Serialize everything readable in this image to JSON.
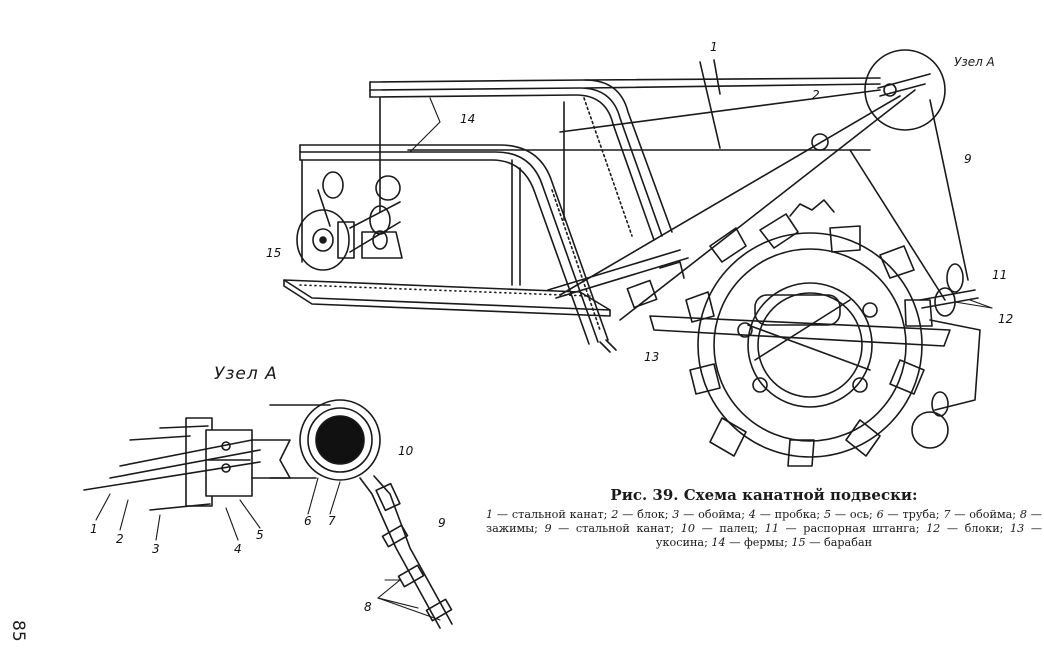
{
  "figure": {
    "caption_title": "Рис. 39. Схема канатной подвески:",
    "legend": [
      {
        "num": "1",
        "text": "стальной канат;"
      },
      {
        "num": "2",
        "text": "блок;"
      },
      {
        "num": "3",
        "text": "обойма;"
      },
      {
        "num": "4",
        "text": "пробка;"
      },
      {
        "num": "5",
        "text": "ось;"
      },
      {
        "num": "6",
        "text": "труба;"
      },
      {
        "num": "7",
        "text": "обойма;"
      },
      {
        "num": "8",
        "text": "зажимы;"
      },
      {
        "num": "9",
        "text": "стальной канат;"
      },
      {
        "num": "10",
        "text": "палец;"
      },
      {
        "num": "11",
        "text": "распорная штанга;"
      },
      {
        "num": "12",
        "text": "блоки;"
      },
      {
        "num": "13",
        "text": "укосина;"
      },
      {
        "num": "14",
        "text": "фермы;"
      },
      {
        "num": "15",
        "text": "барабан"
      }
    ],
    "detail_title": "Узел А",
    "detail_callout": "Узел А",
    "page_number": "85"
  },
  "labels": {
    "main": {
      "l1": "1",
      "l2": "2",
      "l9": "9",
      "l11": "11",
      "l12": "12",
      "l13": "13",
      "l14": "14",
      "l15": "15"
    },
    "detail": {
      "d1": "1",
      "d2": "2",
      "d3": "3",
      "d4": "4",
      "d5": "5",
      "d6": "6",
      "d7": "7",
      "d8": "8",
      "d9": "9",
      "d10": "10"
    }
  }
}
